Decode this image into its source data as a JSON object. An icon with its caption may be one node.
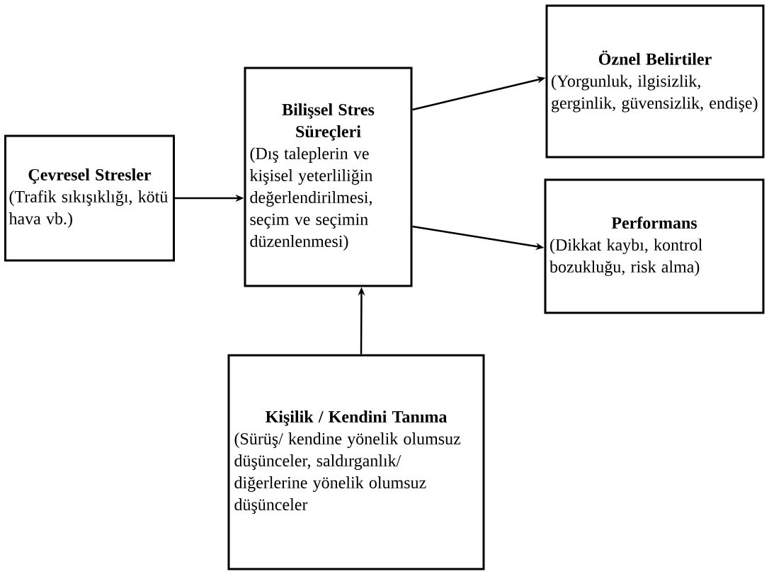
{
  "diagram": {
    "nodes": [
      {
        "text": [
          "Çevresel Stresler",
          "(Trafik sıkışıklığı, kötü hava vb.)"
        ]
      },
      {
        "text": [
          "Bilişsel Stres Süreçleri",
          "(Dış taleplerin ve kişisel yeterliliğin değerlendirilmesi, seçim ve seçimin düzenlenmesi)"
        ]
      },
      {
        "text": [
          "Öznel Belirtiler",
          "(Yorgunluk, ilgisizlik, gerginlik, güvensizlik, endişe)"
        ]
      },
      {
        "text": [
          "Performans",
          "(Dikkat kaybı, kontrol bozukluğu, risk alma)"
        ]
      },
      {
        "text": [
          "Kişilik / Kendini Tanıma",
          "(Sürüş/ kendine yönelik olumsuz düşünceler, saldırganlık/ diğerlerine yönelik olumsuz düşünceler"
        ]
      }
    ],
    "edges": [
      {
        "from": 0,
        "to": 1,
        "arrow": "to"
      },
      {
        "from": 1,
        "to": 2,
        "arrow": "to"
      },
      {
        "from": 1,
        "to": 3,
        "arrow": "to"
      },
      {
        "from": 4,
        "to": 1,
        "arrow": "to"
      }
    ]
  }
}
